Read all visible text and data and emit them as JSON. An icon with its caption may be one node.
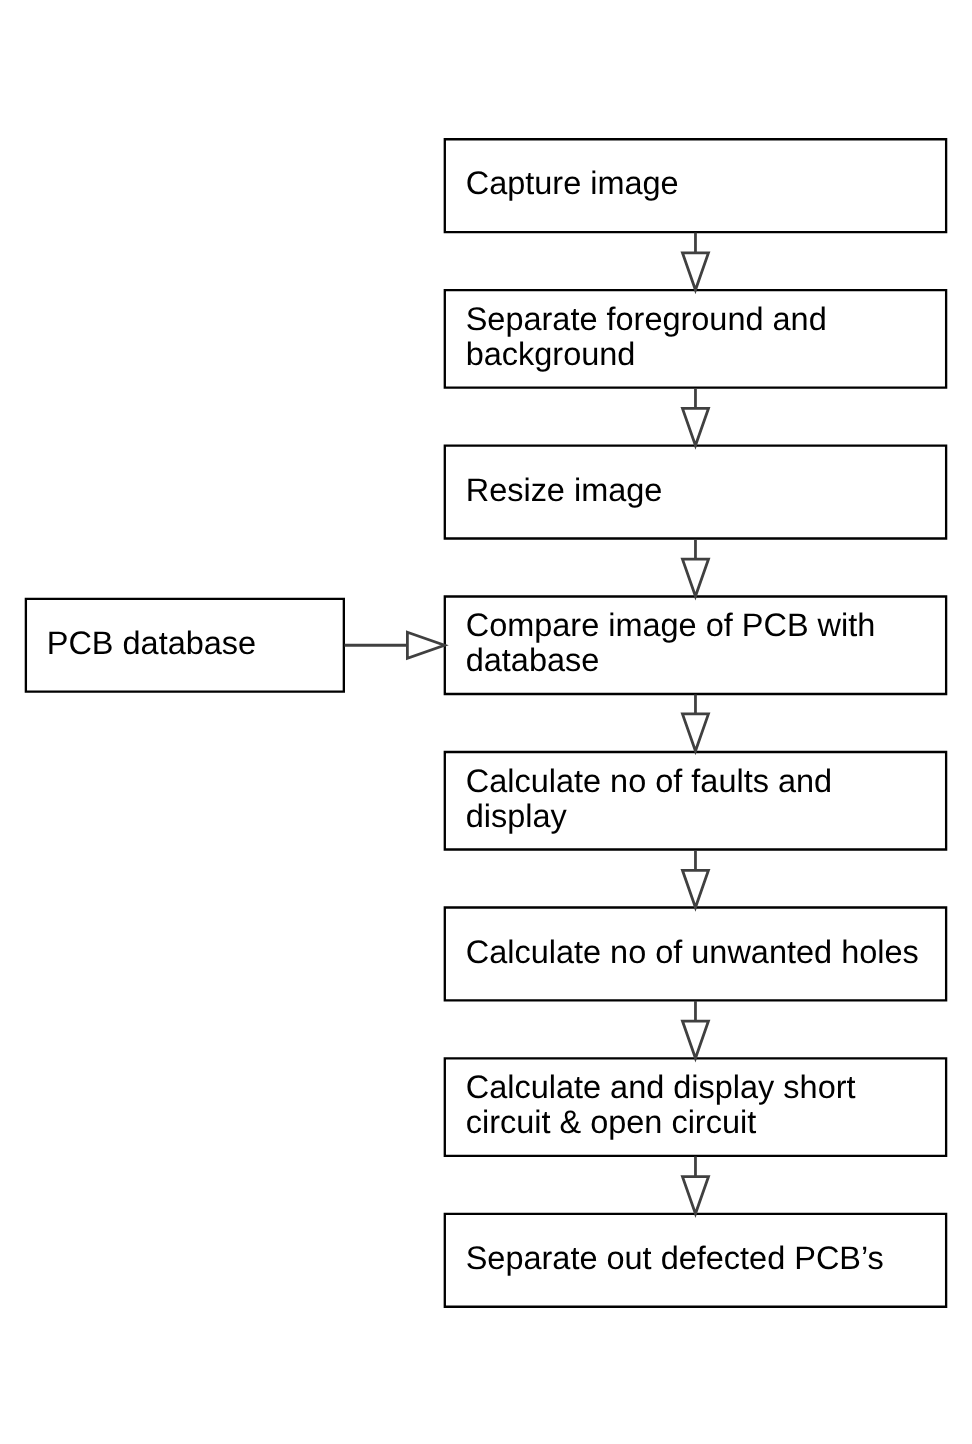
{
  "diagram": {
    "nodes": [
      {
        "text": [
          "Capture image"
        ]
      },
      {
        "text": [
          "Separate foreground and background"
        ]
      },
      {
        "text": [
          "Resize image"
        ]
      },
      {
        "text": [
          "PCB database"
        ]
      },
      {
        "text": [
          "Compare image of PCB with database"
        ]
      },
      {
        "text": [
          "Calculate no of faults and display"
        ]
      },
      {
        "text": [
          "Calculate no of unwanted holes"
        ]
      },
      {
        "text": [
          "Calculate and display short circuit & open circuit"
        ]
      },
      {
        "text": [
          "Separate out defected PCB’s"
        ]
      }
    ],
    "edges": [
      {
        "from": 0,
        "to": 1,
        "arrow": "to"
      },
      {
        "from": 1,
        "to": 2,
        "arrow": "to"
      },
      {
        "from": 2,
        "to": 4,
        "arrow": "to"
      },
      {
        "from": 3,
        "to": 4,
        "arrow": "to"
      },
      {
        "from": 4,
        "to": 5,
        "arrow": "to"
      },
      {
        "from": 5,
        "to": 6,
        "arrow": "to"
      },
      {
        "from": 6,
        "to": 7,
        "arrow": "to"
      },
      {
        "from": 7,
        "to": 8,
        "arrow": "to"
      }
    ]
  }
}
